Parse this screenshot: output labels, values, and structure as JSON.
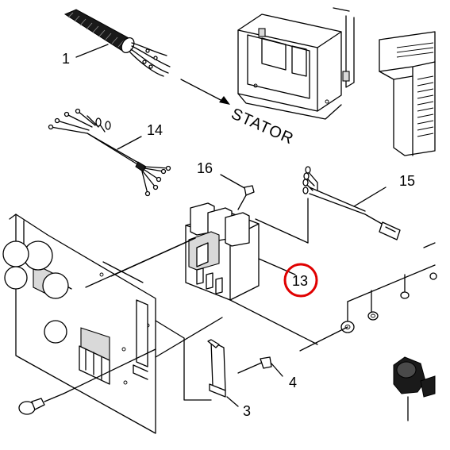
{
  "diagram": {
    "callouts": [
      {
        "id": "1",
        "label": "1"
      },
      {
        "id": "14",
        "label": "14"
      },
      {
        "id": "16",
        "label": "16"
      },
      {
        "id": "15",
        "label": "15"
      },
      {
        "id": "13",
        "label": "13",
        "highlighted": true
      },
      {
        "id": "4",
        "label": "4"
      },
      {
        "id": "3",
        "label": "3"
      }
    ],
    "annotation": "STATOR",
    "highlight_color": "#e00000"
  }
}
